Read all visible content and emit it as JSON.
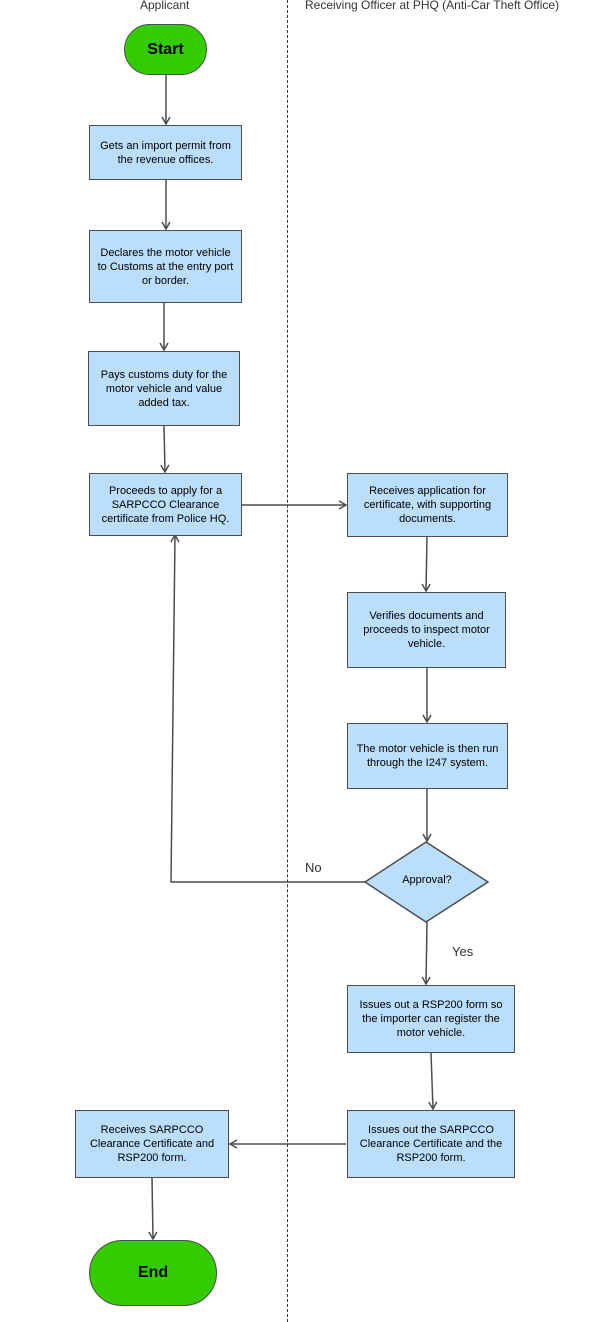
{
  "lanes": {
    "applicant": "Applicant",
    "officer": "Receiving Officer at PHQ (Anti-Car Theft Office)"
  },
  "nodes": {
    "start": "Start",
    "import_permit": "Gets an import permit from the revenue offices.",
    "declare_customs": "Declares the motor vehicle to Customs at the entry port or border.",
    "pay_duty": "Pays customs duty for the motor vehicle and value added tax.",
    "apply_clearance": "Proceeds to apply for a SARPCCO Clearance certificate from Police HQ.",
    "receive_application": "Receives application for certificate, with supporting documents.",
    "verify_documents": "Verifies documents and proceeds to  inspect motor vehicle.",
    "run_i247": "The motor vehicle is then run through the I247 system.",
    "approval": "Approval?",
    "issue_rsp200": "Issues out a RSP200 form so the importer can register the motor vehicle.",
    "issue_certificate": "Issues out the SARPCCO Clearance Certificate and the RSP200 form.",
    "receive_certificate": "Receives SARPCCO Clearance Certificate and RSP200 form.",
    "end": "End"
  },
  "edge_labels": {
    "no": "No",
    "yes": "Yes"
  },
  "colors": {
    "process_fill": "#bbdefb",
    "terminal_fill": "#33cc00",
    "stroke": "#4d4d4d"
  }
}
